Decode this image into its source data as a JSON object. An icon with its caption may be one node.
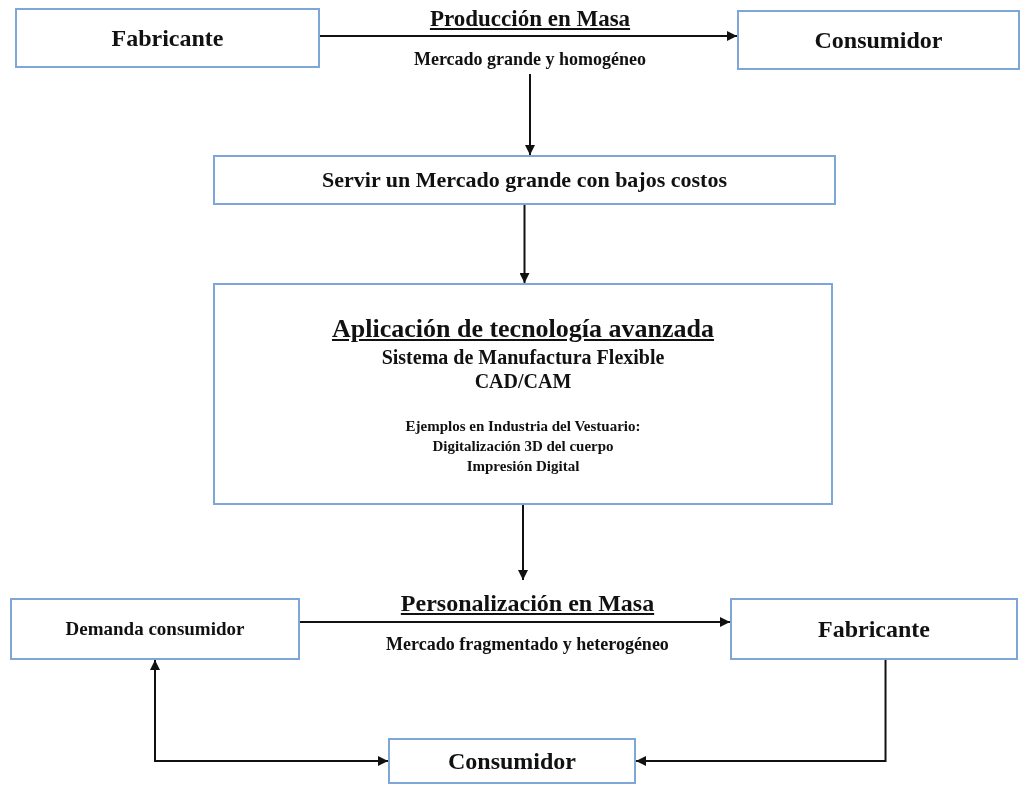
{
  "diagram": {
    "nodes": [
      {
        "text": [
          "Fabricante"
        ]
      },
      {
        "text": [
          "Consumidor"
        ]
      },
      {
        "text": [
          "Producción en Masa",
          "Mercado grande y homogéneo"
        ]
      },
      {
        "text": [
          "Servir un Mercado grande con bajos  costos"
        ]
      },
      {
        "text": [
          "Aplicación de tecnología avanzada",
          "Sistema de Manufactura Flexible",
          "CAD/CAM",
          "Ejemplos en Industria del Vestuario:",
          "Digitalización 3D del cuerpo",
          "Impresión Digital"
        ]
      },
      {
        "text": [
          "Demanda consumidor"
        ]
      },
      {
        "text": [
          "Personalización en Masa",
          "Mercado fragmentado y heterogéneo"
        ]
      },
      {
        "text": [
          "Fabricante"
        ]
      },
      {
        "text": [
          "Consumidor"
        ]
      }
    ],
    "edges": [
      {
        "from": 0,
        "to": 1,
        "arrow": "to"
      },
      {
        "from": 2,
        "to": 3,
        "arrow": "to"
      },
      {
        "from": 3,
        "to": 4,
        "arrow": "to"
      },
      {
        "from": 4,
        "to": 6,
        "arrow": "to"
      },
      {
        "from": 5,
        "to": 7,
        "arrow": "to"
      },
      {
        "from": 7,
        "to": 8,
        "arrow": "to"
      },
      {
        "from": 5,
        "to": 8,
        "arrow": "both"
      }
    ]
  }
}
